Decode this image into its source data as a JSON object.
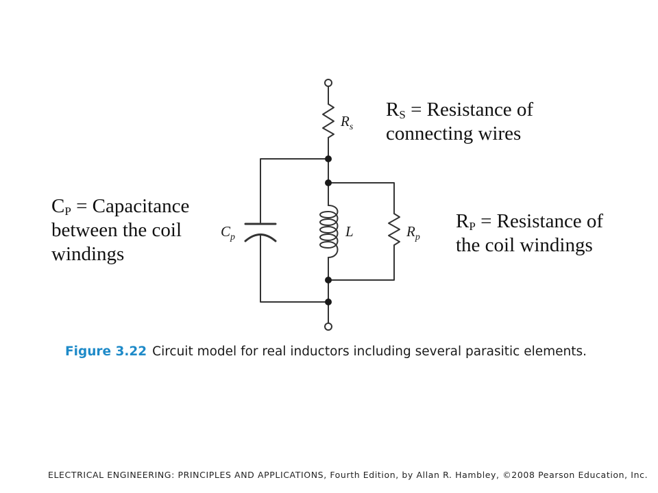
{
  "annotations": {
    "rs": {
      "symbol": "R",
      "sub": "S",
      "line1": "= Resistance of",
      "line2": "connecting wires"
    },
    "cp": {
      "symbol": "C",
      "sub": "P",
      "line1": "= Capacitance",
      "line2": "between the coil",
      "line3": "windings"
    },
    "rp": {
      "symbol": "R",
      "sub": "P",
      "line1": "= Resistance of",
      "line2": "the coil windings"
    }
  },
  "components": {
    "rs": {
      "symbol": "R",
      "sub": "s"
    },
    "cp": {
      "symbol": "C",
      "sub": "p"
    },
    "l": {
      "symbol": "L"
    },
    "rp": {
      "symbol": "R",
      "sub": "p"
    }
  },
  "caption": {
    "figure": "Figure 3.22",
    "text": "Circuit model for real inductors including several parasitic elements."
  },
  "footer": "ELECTRICAL ENGINEERING: PRINCIPLES AND APPLICATIONS, Fourth Edition, by Allan R. Hambley, ©2008 Pearson Education, Inc.",
  "colors": {
    "caption_figure": "#1e8ac8",
    "wire": "#333333"
  }
}
